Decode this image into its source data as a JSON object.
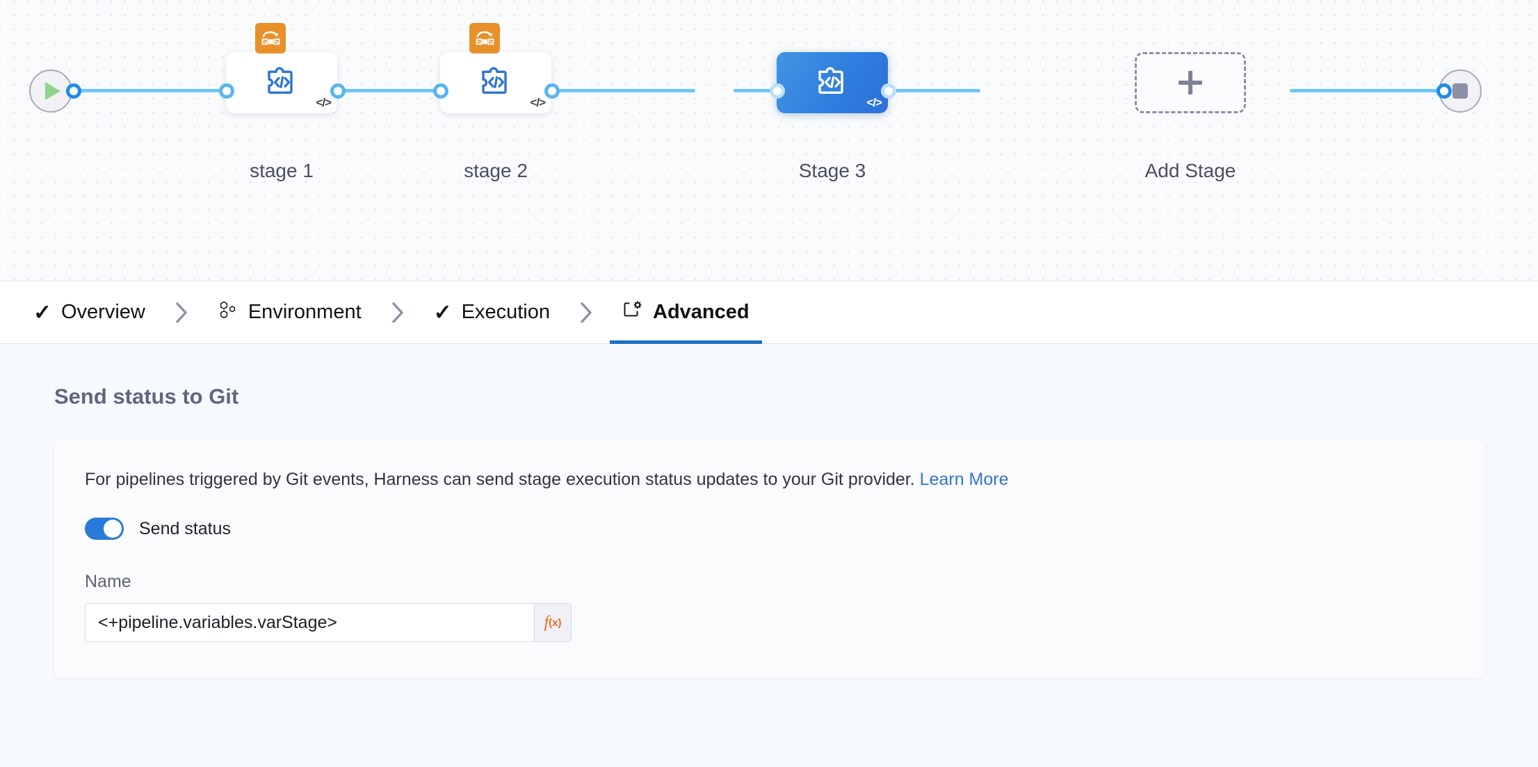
{
  "canvas": {
    "start_node": {
      "icon": "play-icon",
      "name": "pipeline-start"
    },
    "end_node": {
      "icon": "stop-icon",
      "name": "pipeline-end"
    },
    "stages": [
      {
        "label": "stage 1",
        "type": "custom-stage",
        "icon": "puzzle-icon",
        "corner_icon": "code-icon",
        "badge": "conditional-execution-icon",
        "selected": false
      },
      {
        "label": "stage 2",
        "type": "custom-stage",
        "icon": "puzzle-icon",
        "corner_icon": "code-icon",
        "badge": "conditional-execution-icon",
        "selected": false
      },
      {
        "label": "Stage 3",
        "type": "custom-stage",
        "icon": "puzzle-icon",
        "corner_icon": "code-icon",
        "badge": null,
        "selected": true
      }
    ],
    "add_stage": {
      "label": "Add Stage",
      "icon": "plus-icon"
    }
  },
  "tabs": [
    {
      "label": "Overview",
      "icon": "check-icon",
      "active": false
    },
    {
      "label": "Environment",
      "icon": "infrastructure-icon",
      "active": false
    },
    {
      "label": "Execution",
      "icon": "check-icon",
      "active": false
    },
    {
      "label": "Advanced",
      "icon": "advanced-gear-icon",
      "active": true
    }
  ],
  "tab_separator": "chevron-right-icon",
  "panel": {
    "title": "Send status to Git",
    "description": "For pipelines triggered by Git events, Harness can send stage execution status updates to your Git provider.",
    "learn_more": "Learn More",
    "toggle": {
      "label": "Send status",
      "on": true
    },
    "name_field": {
      "label": "Name",
      "value": "<+pipeline.variables.varStage>",
      "placeholder": "",
      "fx_label": "f",
      "fx_sub": "(x)"
    }
  },
  "colors": {
    "accent_blue": "#2a7ad9",
    "connector_blue": "#6fc5f5",
    "port_blue": "#1d8bef",
    "badge_orange": "#e8912a",
    "fx_orange": "#f0671a",
    "link_blue": "#3277c9",
    "canvas_bg": "#f9fbfd",
    "panel_bg": "#f7fafd"
  }
}
